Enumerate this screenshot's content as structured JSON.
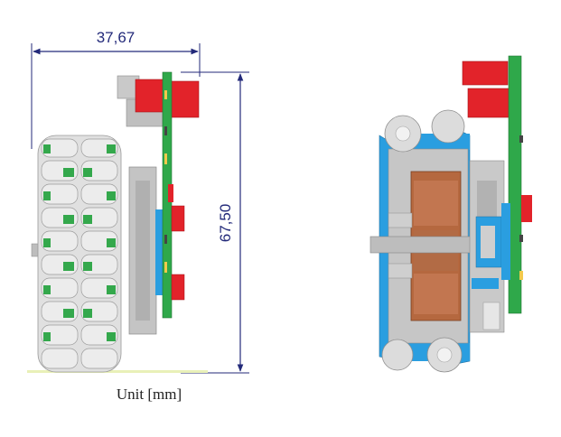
{
  "dimensions": {
    "width_label": "37,67",
    "height_label": "67,50"
  },
  "caption": {
    "unit": "Unit [mm]"
  },
  "colors": {
    "dimension_line": "#232a7a",
    "pcb_green": "#2fa84a",
    "connector_red": "#e2232a",
    "wheel_gray": "#d6d6d6",
    "roller_green": "#34a84c",
    "chassis_blue": "#2a9ee0",
    "motor_copper": "#b5683f",
    "metal_gray": "#b9b9b9"
  }
}
